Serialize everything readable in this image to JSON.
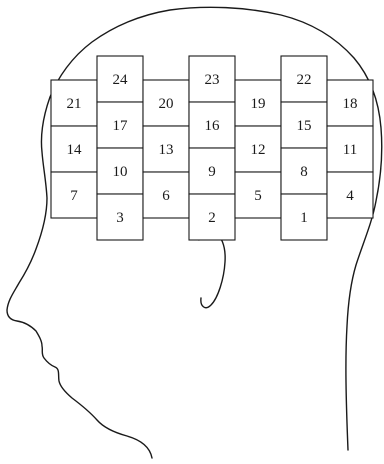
{
  "diagram": {
    "description_free": true,
    "colors": {
      "stroke": "#1a1a1a",
      "fill": "#ffffff"
    },
    "columns": [
      {
        "id": "c1",
        "cells": [
          "21",
          "14",
          "7"
        ]
      },
      {
        "id": "c2",
        "cells": [
          "24",
          "17",
          "10",
          "3"
        ]
      },
      {
        "id": "c3",
        "cells": [
          "20",
          "13",
          "6"
        ]
      },
      {
        "id": "c4",
        "cells": [
          "23",
          "16",
          "9",
          "2"
        ]
      },
      {
        "id": "c5",
        "cells": [
          "19",
          "12",
          "5"
        ]
      },
      {
        "id": "c6",
        "cells": [
          "22",
          "15",
          "8",
          "1"
        ]
      },
      {
        "id": "c7",
        "cells": [
          "18",
          "11",
          "4"
        ]
      }
    ]
  }
}
